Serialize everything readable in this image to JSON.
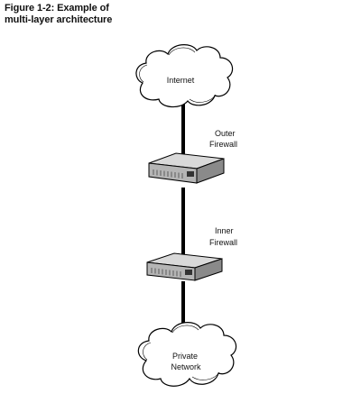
{
  "figure": {
    "title_line1": "Figure 1-2: Example of",
    "title_line2": "multi-layer architecture"
  },
  "nodes": {
    "internet": {
      "label": "Internet",
      "shape": "cloud"
    },
    "outer_firewall": {
      "label_line1": "Outer",
      "label_line2": "Firewall",
      "shape": "rack-device"
    },
    "inner_firewall": {
      "label_line1": "Inner",
      "label_line2": "Firewall",
      "shape": "rack-device"
    },
    "private_network": {
      "label_line1": "Private",
      "label_line2": "Network",
      "shape": "cloud"
    }
  },
  "edges": [
    {
      "from": "internet",
      "to": "outer_firewall"
    },
    {
      "from": "outer_firewall",
      "to": "inner_firewall"
    },
    {
      "from": "inner_firewall",
      "to": "private_network"
    }
  ],
  "colors": {
    "line": "#000000",
    "device_top": "#d9d9d9",
    "device_front": "#b5b5b5",
    "device_side": "#8a8a8a"
  }
}
